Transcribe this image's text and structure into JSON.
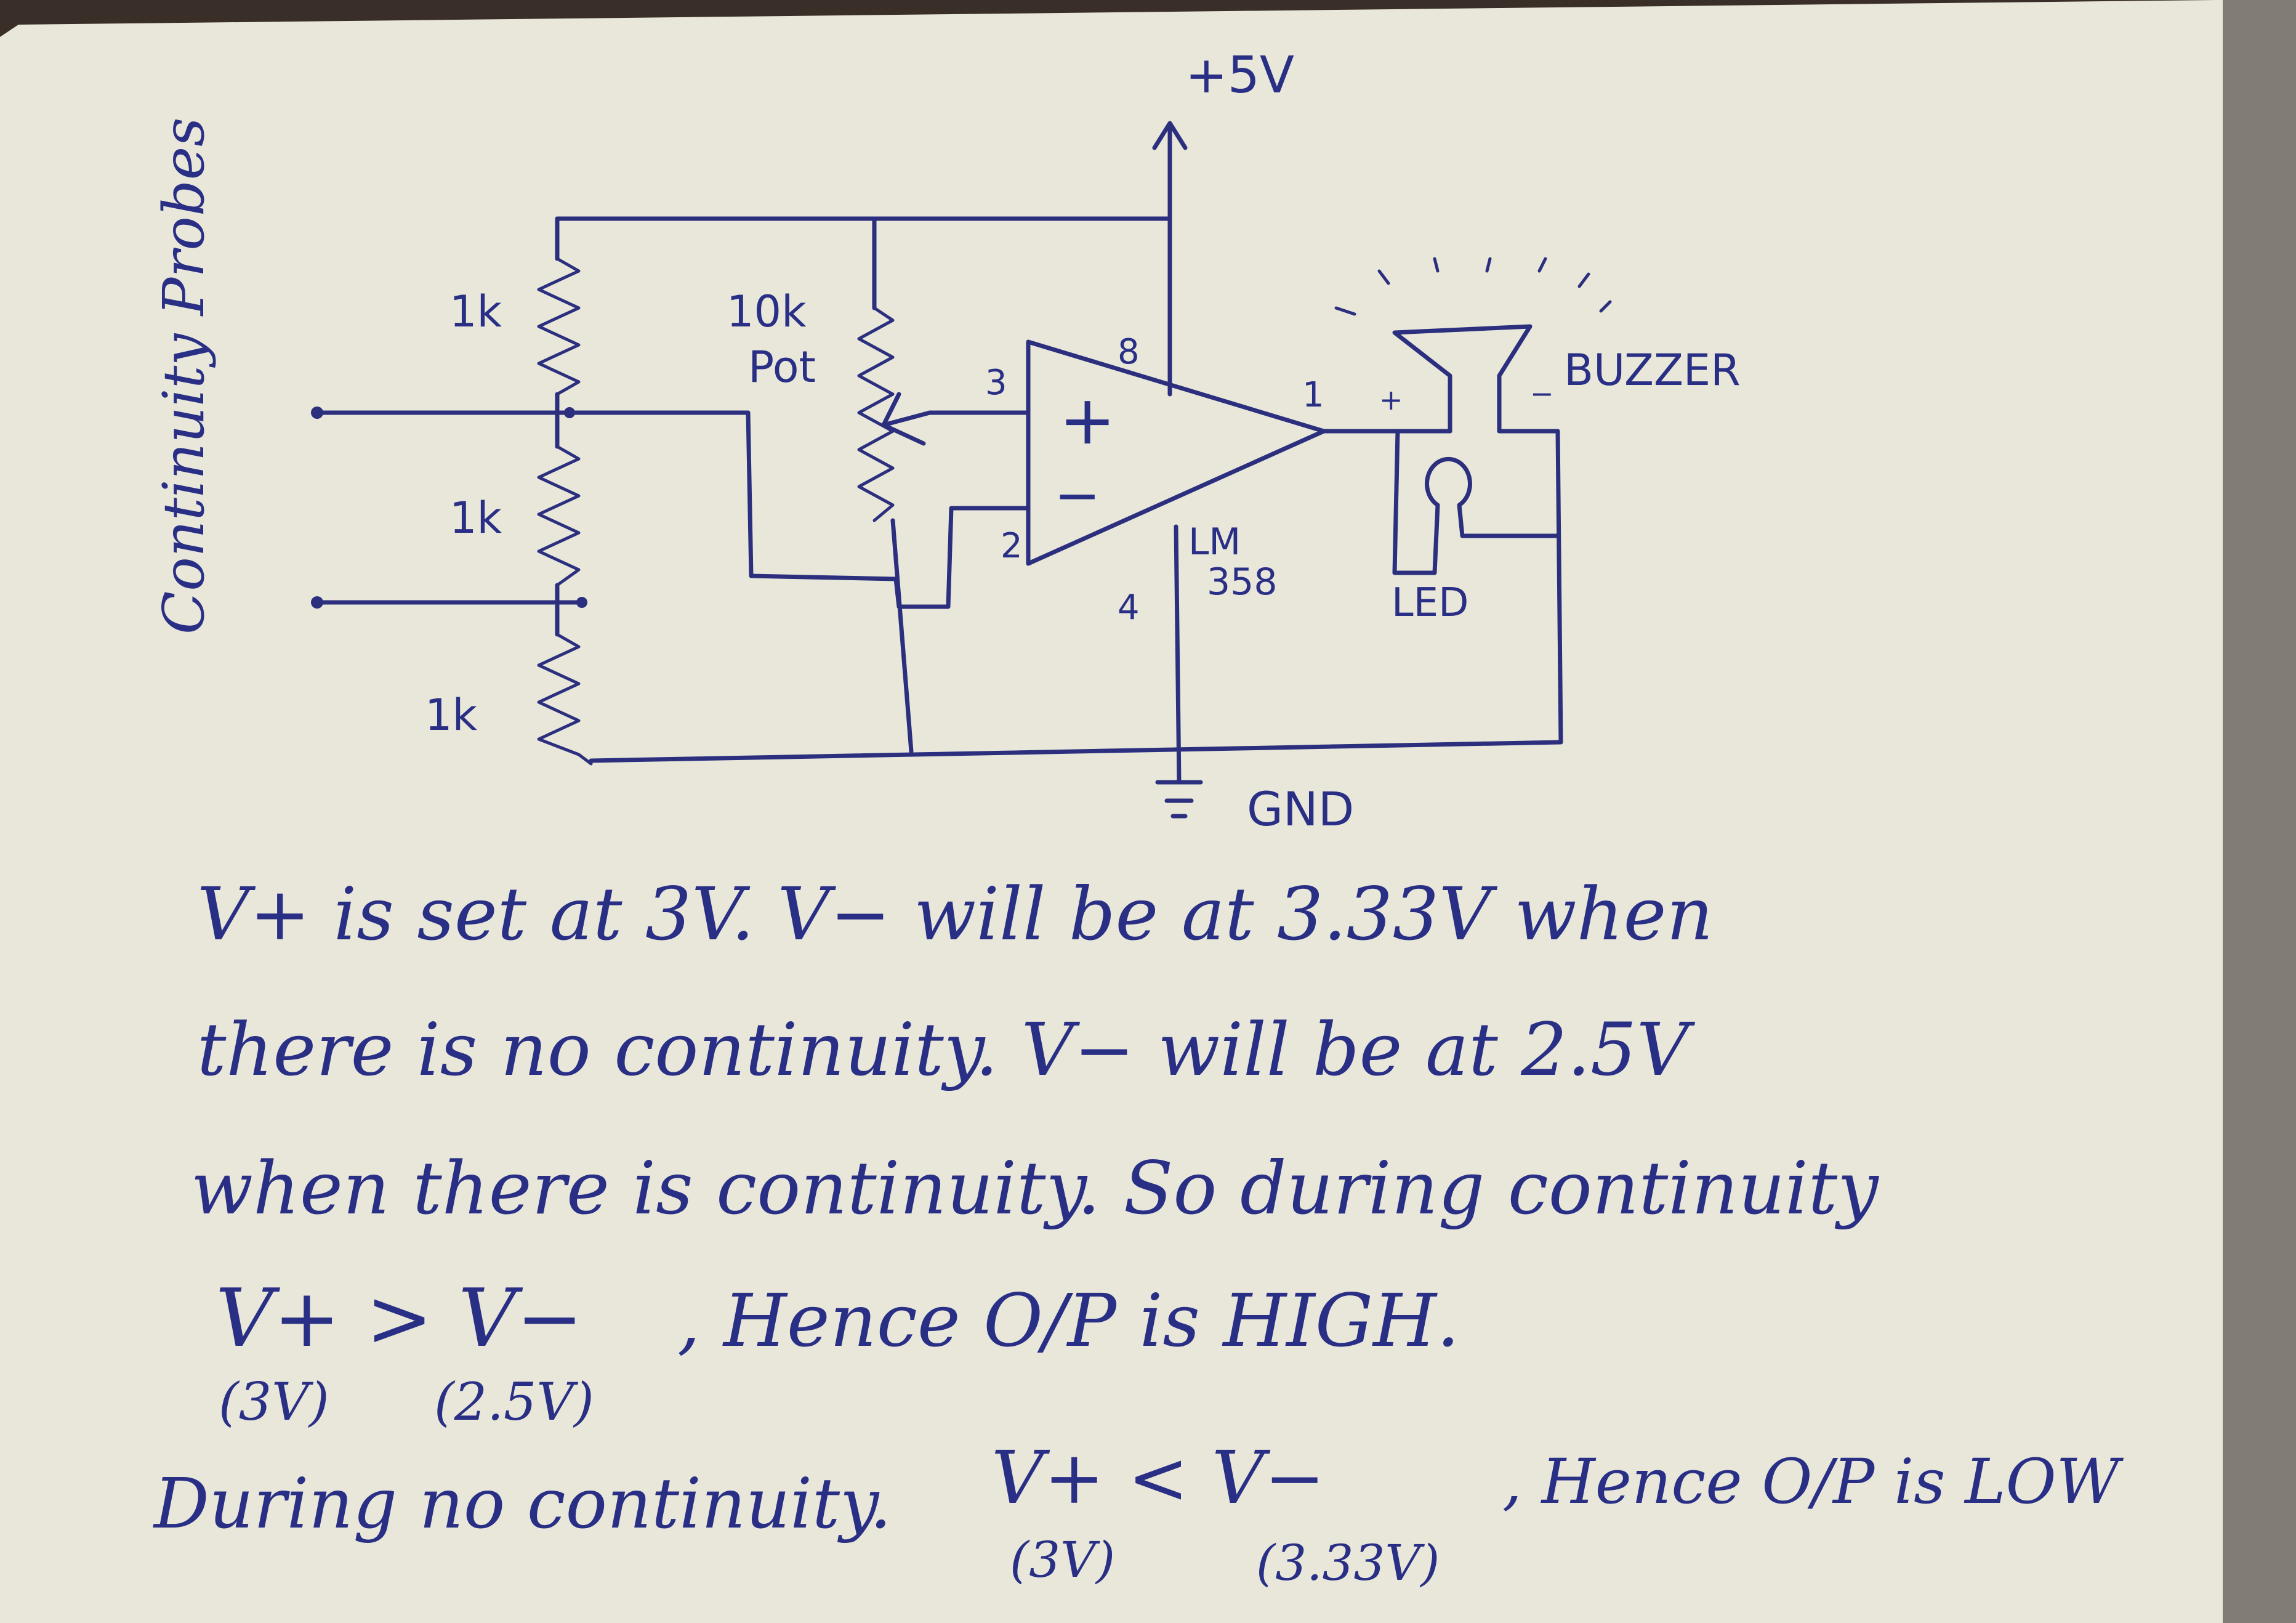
{
  "colors": {
    "ink": "#2a2f86",
    "paper": "#e9e8dc",
    "table": "#3a2f28"
  },
  "schematic": {
    "supply": "+5V",
    "ground": "GND",
    "probes_label": "Continuity Probes",
    "resistors": [
      "1k",
      "1k",
      "1k"
    ],
    "pot": {
      "value": "10k",
      "label": "Pot"
    },
    "opamp": {
      "name_line1": "LM",
      "name_line2": "358",
      "plus": "+",
      "minus": "−"
    },
    "pins": {
      "p3": "3",
      "p2": "2",
      "p8": "8",
      "p1": "1",
      "p4": "4"
    },
    "buzzer": {
      "label": "BUZZER",
      "plus": "+",
      "minus": "−"
    },
    "led": {
      "label": "LED"
    }
  },
  "notes": {
    "line1": "V+ is set at 3V.    V− will be at 3.33V when",
    "line2": "there is no continuity. V− will be at 2.5V",
    "line3": "when there is continuity.  So during continuity",
    "line4_a": "V+ > V−",
    "line4_b": ", Hence O/P is HIGH.",
    "line5_a": "(3V)",
    "line5_b": "(2.5V)",
    "line6_a": "During no continuity.",
    "line6_b": "V+ < V−",
    "line6_c": ", Hence O/P is LOW",
    "line7_a": "(3V)",
    "line7_b": "(3.33V)"
  }
}
